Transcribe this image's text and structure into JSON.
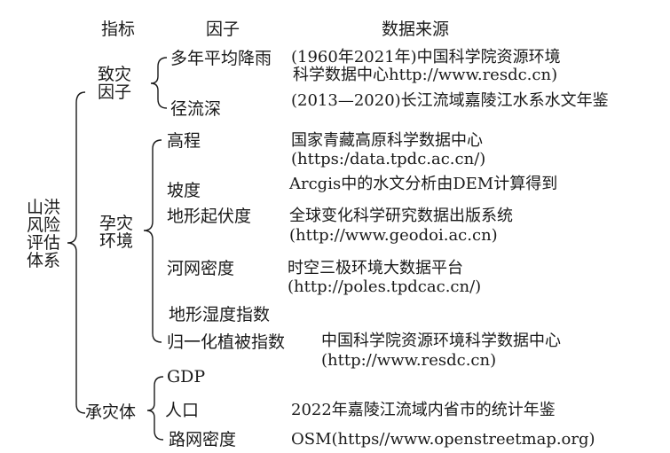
{
  "headers": {
    "indicator": "指标",
    "factor": "因子",
    "source": "数据来源"
  },
  "root": {
    "label": "山洪\n风险\n评估\n体系"
  },
  "groups": [
    {
      "label": "致灾\n因子",
      "factors": [
        {
          "name": "多年平均降雨",
          "source": [
            "(1960年2021年)中国科学院资源环境",
            "科学数据中心http://www.resdc.cn)"
          ]
        },
        {
          "name": "径流深",
          "source": [
            "(2013—2020)长江流域嘉陵江水系水文年鉴"
          ]
        }
      ]
    },
    {
      "label": "孕灾\n环境",
      "factors": [
        {
          "name": "高程",
          "source": [
            "国家青藏高原科学数据中心",
            "(https:/data.tpdc.ac.cn/)"
          ]
        },
        {
          "name": "坡度",
          "source": [
            "Arcgis中的水文分析由DEM计算得到"
          ]
        },
        {
          "name": "地形起伏度",
          "source": [
            "全球变化科学研究数据出版系统",
            "(http://www.geodoi.ac.cn)"
          ]
        },
        {
          "name": "河网密度",
          "source": [
            "时空三极环境大数据平台",
            "(http://poles.tpdcac.cn/)"
          ]
        },
        {
          "name": "地形湿度指数",
          "source": []
        },
        {
          "name": "归一化植被指数",
          "source": [
            "中国科学院资源环境科学数据中心",
            "(http://www.resdc.cn)"
          ]
        }
      ]
    },
    {
      "label": "承灾体",
      "factors": [
        {
          "name": "GDP",
          "source": []
        },
        {
          "name": "人口",
          "source": [
            "2022年嘉陵江流域内省市的统计年鉴"
          ]
        },
        {
          "name": "路网密度",
          "source": [
            "OSM(https//www.openstreetmap.org)"
          ]
        }
      ]
    }
  ]
}
